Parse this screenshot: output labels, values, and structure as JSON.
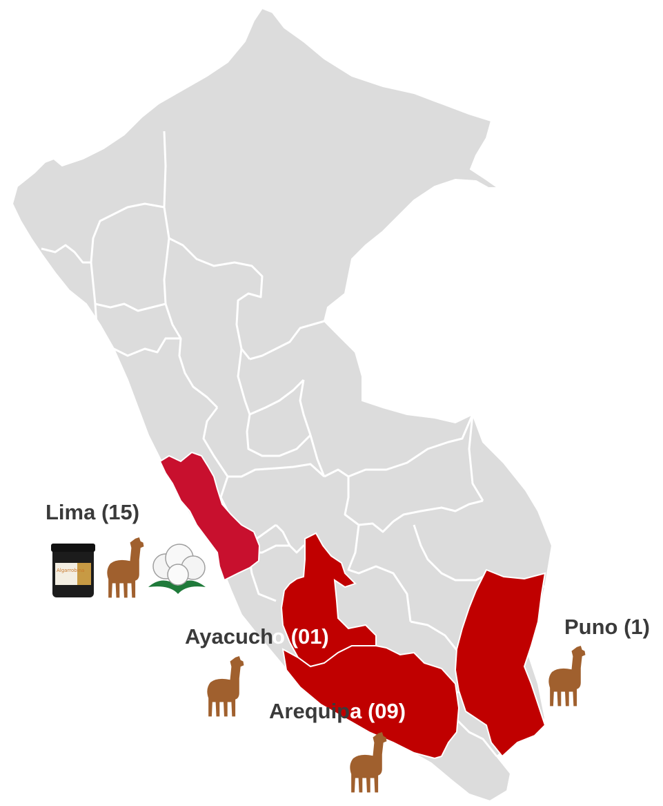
{
  "regions": [
    {
      "id": "lima",
      "name": "Lima",
      "count": "15",
      "label_main": "Lima (15)",
      "label_highlight": "",
      "color": "#c8102e",
      "products": [
        "algarrobina-jar-icon",
        "alpaca-icon",
        "cotton-icon"
      ],
      "jar_label": "Algarrobina"
    },
    {
      "id": "ayacucho",
      "name": "Ayacucho",
      "count": "01",
      "label_main": "Ayacuch",
      "label_highlight": "o (01)",
      "color": "#c00000",
      "products": [
        "alpaca-icon"
      ]
    },
    {
      "id": "arequipa",
      "name": "Arequipa",
      "count": "09",
      "label_main": "Arequip",
      "label_highlight": "a (09)",
      "color": "#c00000",
      "products": [
        "alpaca-icon"
      ]
    },
    {
      "id": "puno",
      "name": "Puno",
      "count": "1",
      "label_main": "Puno (1)",
      "label_highlight": "",
      "color": "#c00000",
      "products": [
        "alpaca-icon"
      ]
    }
  ],
  "colors": {
    "base_region": "#dcdcdc",
    "border": "#ffffff",
    "label_text": "#3a3a3a",
    "alpaca": "#a0602e",
    "cotton_leaf": "#1f7a3a"
  }
}
